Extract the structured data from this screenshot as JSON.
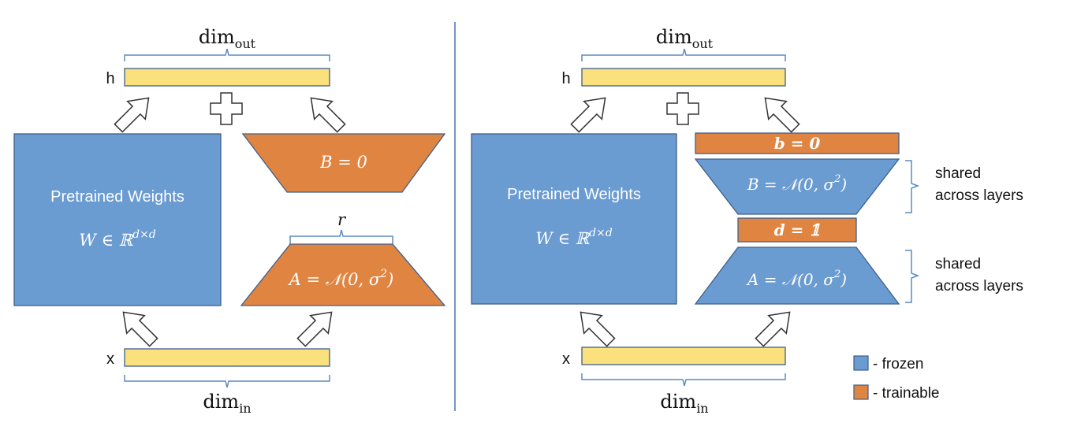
{
  "colors": {
    "frozen": "#6a9bd1",
    "trainable": "#e08441",
    "vector": "#fbe07e",
    "border": "#3f5f8a",
    "divider": "#4a72b0",
    "text_white": "#ffffff",
    "text_dark": "#111111"
  },
  "left": {
    "dim_out": {
      "base": "dim",
      "sub": "out"
    },
    "dim_in": {
      "base": "dim",
      "sub": "in"
    },
    "h_label": "h",
    "x_label": "x",
    "pretrained": {
      "title": "Pretrained Weights",
      "formula_main": "W ∈ ℝ",
      "formula_sup": "d×d"
    },
    "B": "B = 0",
    "A": {
      "main": "A = 𝒩(0, σ",
      "sup": "2",
      "close": ")"
    },
    "r_label": "r",
    "plus_icon": "plus-icon"
  },
  "right": {
    "dim_out": {
      "base": "dim",
      "sub": "out"
    },
    "dim_in": {
      "base": "dim",
      "sub": "in"
    },
    "h_label": "h",
    "x_label": "x",
    "pretrained": {
      "title": "Pretrained Weights",
      "formula_main": "W ∈ ℝ",
      "formula_sup": "d×d"
    },
    "b_bar": "b = 0",
    "B": {
      "main": "B = 𝒩(0, σ",
      "sup": "2",
      "close": ")"
    },
    "d_bar": "d = 𝟙",
    "A": {
      "main": "A = 𝒩(0, σ",
      "sup": "2",
      "close": ")"
    },
    "shared_top": [
      "shared",
      "across layers"
    ],
    "shared_bottom": [
      "shared",
      "across layers"
    ],
    "plus_icon": "plus-icon"
  },
  "legend": {
    "frozen": "- frozen",
    "trainable": "- trainable"
  }
}
